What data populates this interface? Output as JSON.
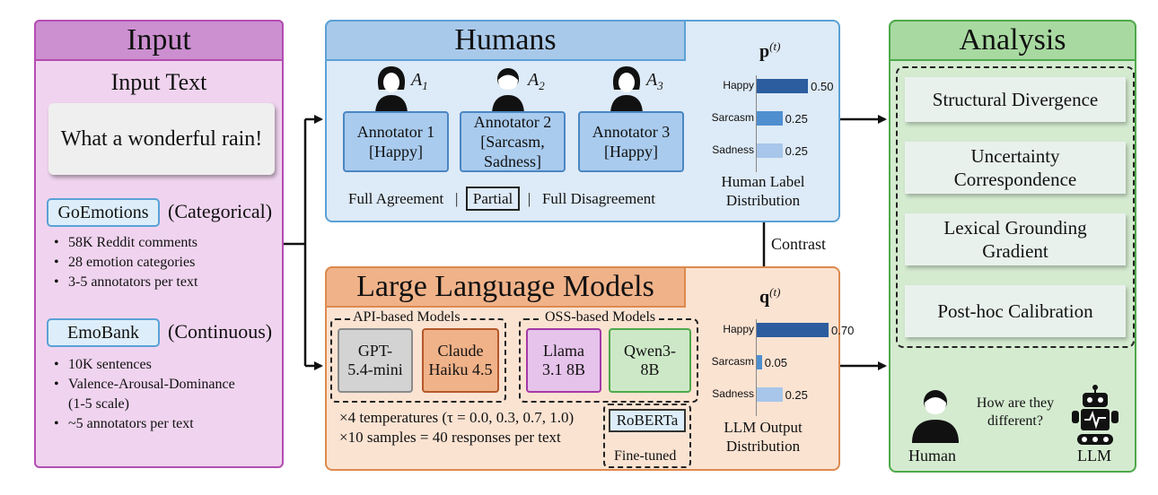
{
  "input": {
    "title": "Input",
    "subtitle": "Input Text",
    "example_text": "What a wonderful rain!",
    "datasets": [
      {
        "name": "GoEmotions",
        "type": "(Categorical)",
        "bullets": [
          "58K Reddit comments",
          "28 emotion categories",
          "3-5 annotators per text"
        ]
      },
      {
        "name": "EmoBank",
        "type": "(Continuous)",
        "bullets": [
          "10K sentences",
          "Valence-Arousal-Dominance",
          "(1-5 scale)",
          "~5 annotators per text"
        ]
      }
    ]
  },
  "humans": {
    "title": "Humans",
    "annotators": [
      {
        "id": "A",
        "sub": "1",
        "name": "Annotator 1",
        "labels": "[Happy]"
      },
      {
        "id": "A",
        "sub": "2",
        "name": "Annotator 2",
        "labels_line1": "[Sarcasm,",
        "labels_line2": "Sadness]"
      },
      {
        "id": "A",
        "sub": "3",
        "name": "Annotator 3",
        "labels": "[Happy]"
      }
    ],
    "agreement": [
      "Full Agreement",
      "|",
      "Partial",
      "|",
      "Full Disagreement"
    ],
    "dist_symbol": "p",
    "dist_sup": "(t)",
    "dist_title_line1": "Human Label",
    "dist_title_line2": "Distribution",
    "dist": [
      {
        "label": "Happy",
        "value": 0.5,
        "value_text": "0.50",
        "color": "#2c5d9e"
      },
      {
        "label": "Sarcasm",
        "value": 0.25,
        "value_text": "0.25",
        "color": "#4f8fd0"
      },
      {
        "label": "Sadness",
        "value": 0.25,
        "value_text": "0.25",
        "color": "#a7c6ea"
      }
    ]
  },
  "contrast_label": "Contrast",
  "llm": {
    "title": "Large Language Models",
    "api_group": "API-based Models",
    "oss_group": "OSS-based Models",
    "models": [
      {
        "line1": "GPT-",
        "line2": "5.4-mini",
        "fill": "#d3d3d3",
        "border": "#8a8a8a"
      },
      {
        "line1": "Claude",
        "line2": "Haiku 4.5",
        "fill": "#f0b289",
        "border": "#b5582a"
      },
      {
        "line1": "Llama",
        "line2": "3.1 8B",
        "fill": "#e6c3ea",
        "border": "#a33aa6"
      },
      {
        "line1": "Qwen3-",
        "line2": "8B",
        "fill": "#cde8c7",
        "border": "#4ea94a"
      }
    ],
    "temps_text": "×4 temperatures (τ = 0.0, 0.3, 0.7, 1.0)",
    "samples_text": "×10 samples = 40 responses per text",
    "roberta": "RoBERTa",
    "finetuned": "Fine-tuned",
    "dist_symbol": "q",
    "dist_sup": "(t)",
    "dist_title_line1": "LLM Output",
    "dist_title_line2": "Distribution",
    "dist": [
      {
        "label": "Happy",
        "value": 0.7,
        "value_text": "0.70",
        "color": "#2c5d9e"
      },
      {
        "label": "Sarcasm",
        "value": 0.05,
        "value_text": "0.05",
        "color": "#4f8fd0"
      },
      {
        "label": "Sadness",
        "value": 0.25,
        "value_text": "0.25",
        "color": "#a7c6ea"
      }
    ]
  },
  "analysis": {
    "title": "Analysis",
    "methods": [
      {
        "line1": "Structural Divergence"
      },
      {
        "line1": "Uncertainty",
        "line2": "Correspondence"
      },
      {
        "line1": "Lexical Grounding",
        "line2": "Gradient"
      },
      {
        "line1": "Post-hoc Calibration"
      }
    ],
    "question_line1": "How are they",
    "question_line2": "different?",
    "human_label": "Human",
    "llm_label": "LLM"
  }
}
